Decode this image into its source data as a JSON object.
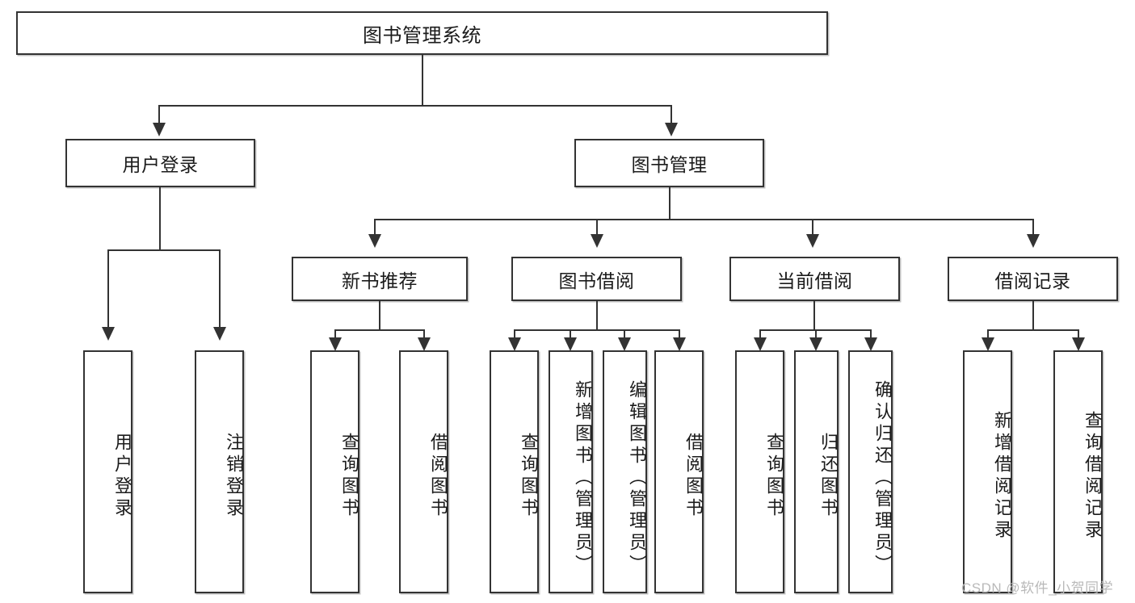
{
  "diagram": {
    "title": "图书管理系统",
    "type": "hierarchy-tree",
    "root": {
      "label": "图书管理系统"
    },
    "level1": [
      {
        "label": "用户登录"
      },
      {
        "label": "图书管理"
      }
    ],
    "level2": [
      {
        "label": "新书推荐",
        "parent": "图书管理"
      },
      {
        "label": "图书借阅",
        "parent": "图书管理"
      },
      {
        "label": "当前借阅",
        "parent": "图书管理"
      },
      {
        "label": "借阅记录",
        "parent": "图书管理"
      }
    ],
    "leaves": {
      "user_login": [
        {
          "label": "用户登录"
        },
        {
          "label": "注销登录"
        }
      ],
      "new_book_recommend": [
        {
          "label": "查询图书"
        },
        {
          "label": "借阅图书"
        }
      ],
      "book_borrow": [
        {
          "label": "查询图书"
        },
        {
          "label": "新增图书（管理员）"
        },
        {
          "label": "编辑图书（管理员）"
        },
        {
          "label": "借阅图书"
        }
      ],
      "current_borrow": [
        {
          "label": "查询图书"
        },
        {
          "label": "归还图书"
        },
        {
          "label": "确认归还（管理员）"
        }
      ],
      "borrow_record": [
        {
          "label": "新增借阅记录"
        },
        {
          "label": "查询借阅记录"
        }
      ]
    }
  },
  "watermark": {
    "text": "CSDN @软件_小贺同学"
  },
  "colors": {
    "stroke": "#333333",
    "background": "#ffffff",
    "text": "#1b1b1b",
    "watermark": "#b9b9b9"
  }
}
